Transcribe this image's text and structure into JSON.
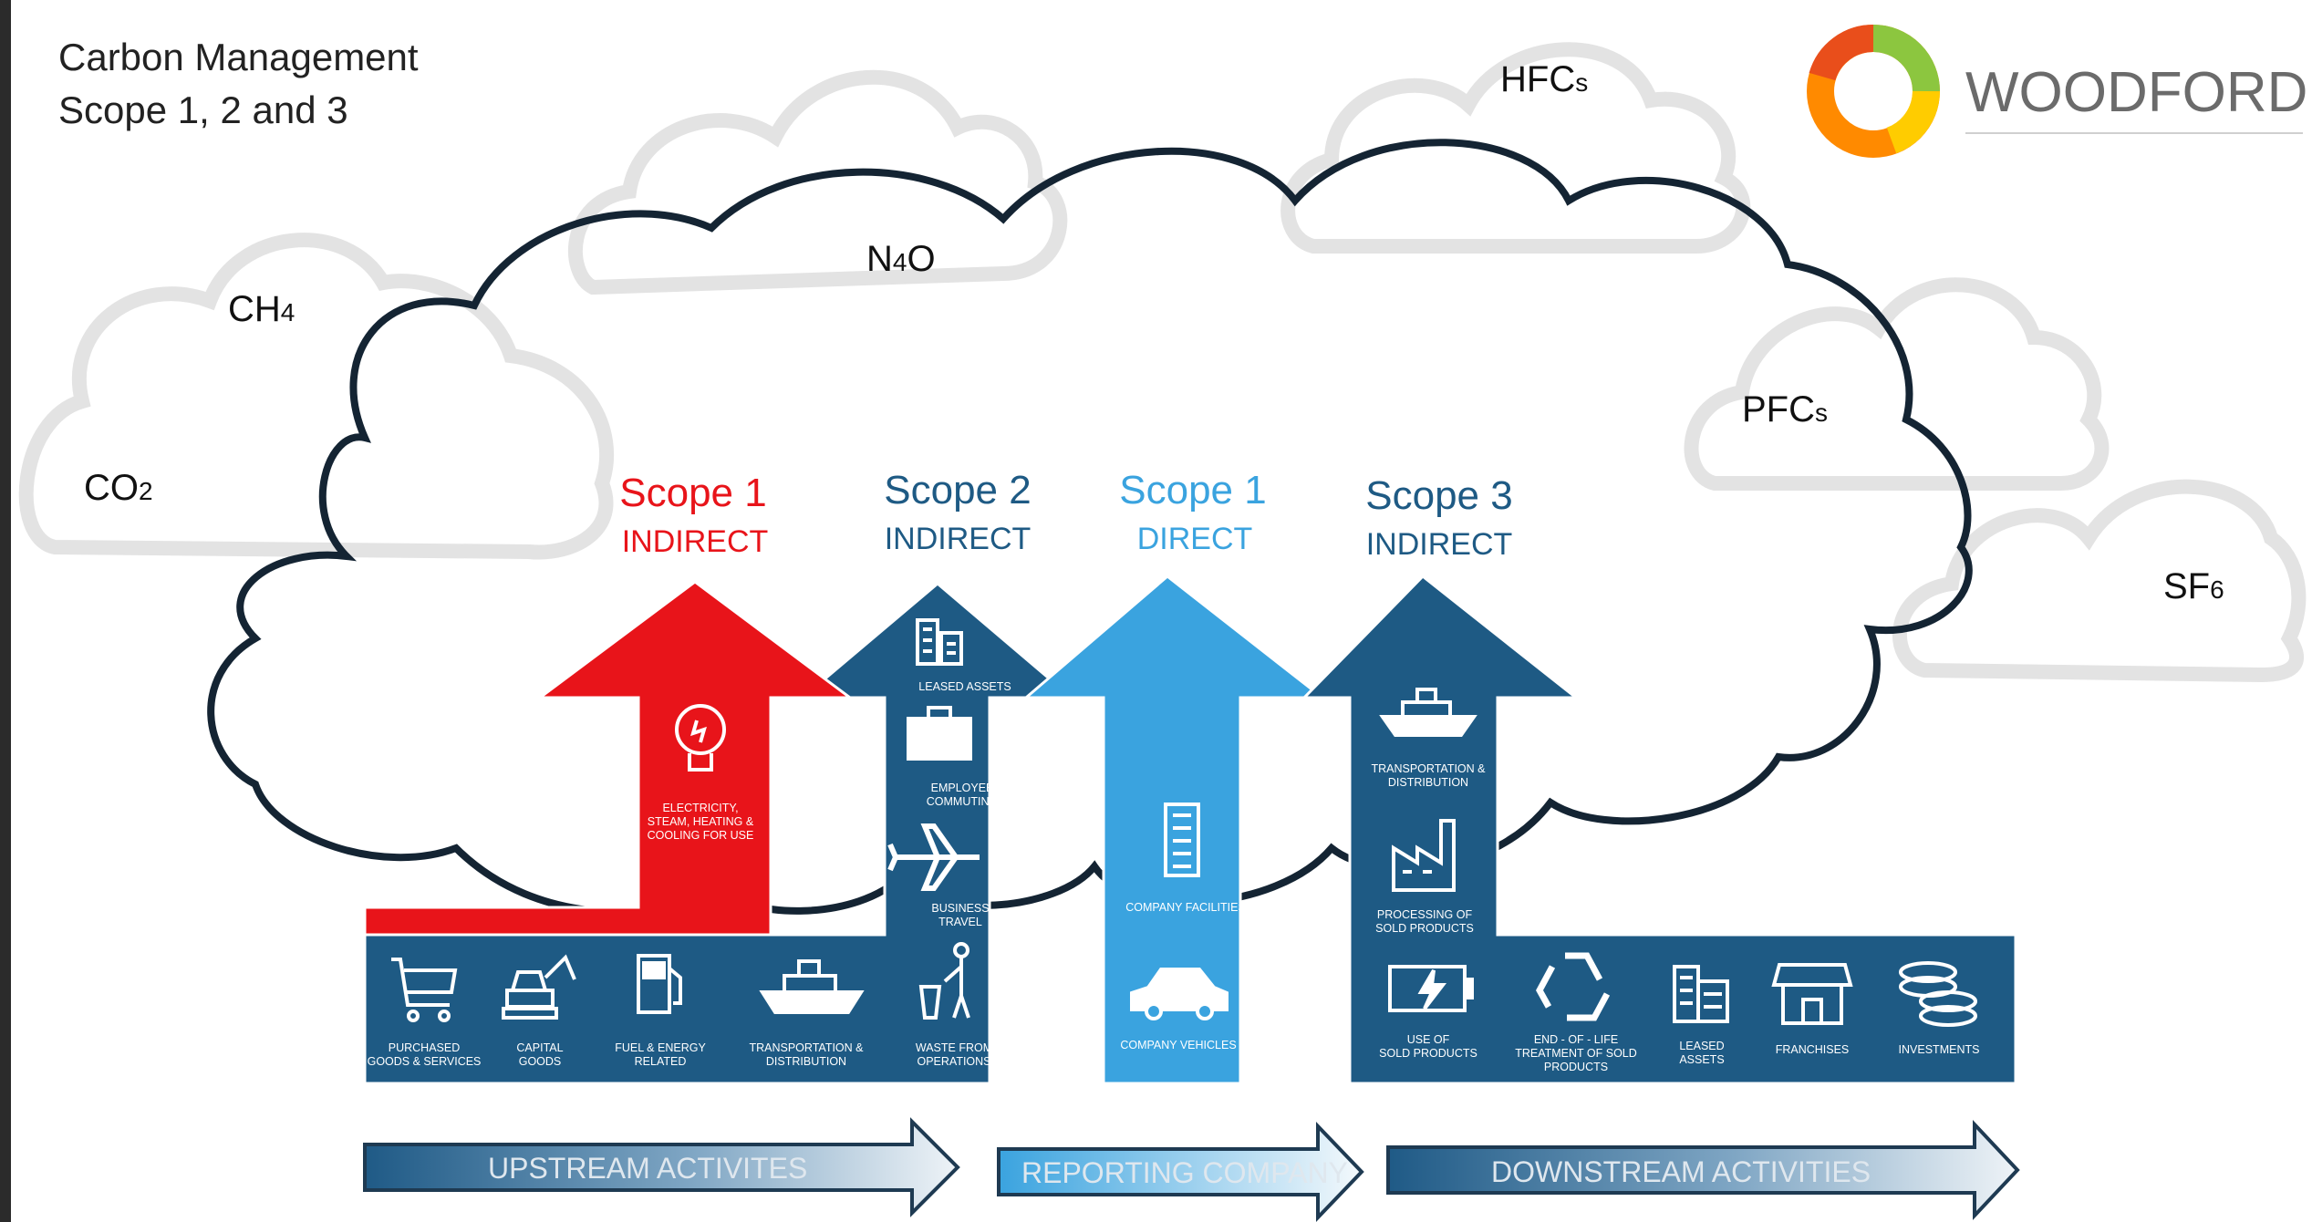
{
  "title": {
    "line1": "Carbon Management",
    "line2": "Scope 1, 2 and 3"
  },
  "logo": {
    "name": "WOODFORD"
  },
  "gases": [
    {
      "base": "CO",
      "sub": "2"
    },
    {
      "base": "CH",
      "sub": "4"
    },
    {
      "base": "N",
      "sub": "4",
      "tail": "O"
    },
    {
      "base": "HFC",
      "sub": "s"
    },
    {
      "base": "PFC",
      "sub": "s"
    },
    {
      "base": "SF",
      "sub": "6"
    }
  ],
  "scopes": [
    {
      "name": "Scope 1",
      "type": "INDIRECT",
      "color": "#e8141a"
    },
    {
      "name": "Scope 2",
      "type": "INDIRECT",
      "color": "#1e5a84"
    },
    {
      "name": "Scope 1",
      "type": "DIRECT",
      "color": "#3aa3df"
    },
    {
      "name": "Scope 3",
      "type": "INDIRECT",
      "color": "#1e5a84"
    }
  ],
  "activities": {
    "scope1_indirect": [
      {
        "icon": "lightbulb-icon",
        "lines": [
          "ELECTRICITY,",
          "STEAM, HEATING &",
          "COOLING FOR USE"
        ]
      }
    ],
    "scope2_indirect": [
      {
        "icon": "building-icon",
        "lines": [
          "LEASED ASSETS"
        ]
      },
      {
        "icon": "briefcase-icon",
        "lines": [
          "EMPLOYEE",
          "COMMUTING"
        ]
      },
      {
        "icon": "airplane-icon",
        "lines": [
          "BUSINESS",
          "TRAVEL"
        ]
      }
    ],
    "upstream": [
      {
        "icon": "shopping-cart-icon",
        "lines": [
          "PURCHASED",
          "GOODS & SERVICES"
        ]
      },
      {
        "icon": "excavator-icon",
        "lines": [
          "CAPITAL",
          "GOODS"
        ]
      },
      {
        "icon": "fuel-pump-icon",
        "lines": [
          "FUEL & ENERGY",
          "RELATED"
        ]
      },
      {
        "icon": "ship-icon",
        "lines": [
          "TRANSPORTATION &",
          "DISTRIBUTION"
        ]
      },
      {
        "icon": "waste-bin-icon",
        "lines": [
          "WASTE FROM",
          "OPERATIONS"
        ]
      }
    ],
    "direct": [
      {
        "icon": "office-tower-icon",
        "lines": [
          "COMPANY FACILITIES"
        ]
      },
      {
        "icon": "car-icon",
        "lines": [
          "COMPANY VEHICLES"
        ]
      }
    ],
    "scope3_indirect": [
      {
        "icon": "ship-icon",
        "lines": [
          "TRANSPORTATION &",
          "DISTRIBUTION"
        ]
      },
      {
        "icon": "factory-icon",
        "lines": [
          "PROCESSING OF",
          "SOLD PRODUCTS"
        ]
      }
    ],
    "downstream": [
      {
        "icon": "battery-icon",
        "lines": [
          "USE OF",
          "SOLD PRODUCTS"
        ]
      },
      {
        "icon": "recycle-icon",
        "lines": [
          "END - OF - LIFE",
          "TREATMENT OF SOLD",
          "PRODUCTS"
        ]
      },
      {
        "icon": "building-icon",
        "lines": [
          "LEASED",
          "ASSETS"
        ]
      },
      {
        "icon": "storefront-icon",
        "lines": [
          "FRANCHISES"
        ]
      },
      {
        "icon": "coins-icon",
        "lines": [
          "INVESTMENTS"
        ]
      }
    ]
  },
  "bands": [
    {
      "label": "UPSTREAM ACTIVITES"
    },
    {
      "label": "REPORTING COMPANY"
    },
    {
      "label": "DOWNSTREAM ACTIVITIES"
    }
  ],
  "colors": {
    "scope1_red": "#e8141a",
    "dark_blue": "#1e5a84",
    "light_blue": "#3aa3df",
    "cloud_outline": "#142433",
    "ghost_cloud": "#e3e3e3"
  }
}
